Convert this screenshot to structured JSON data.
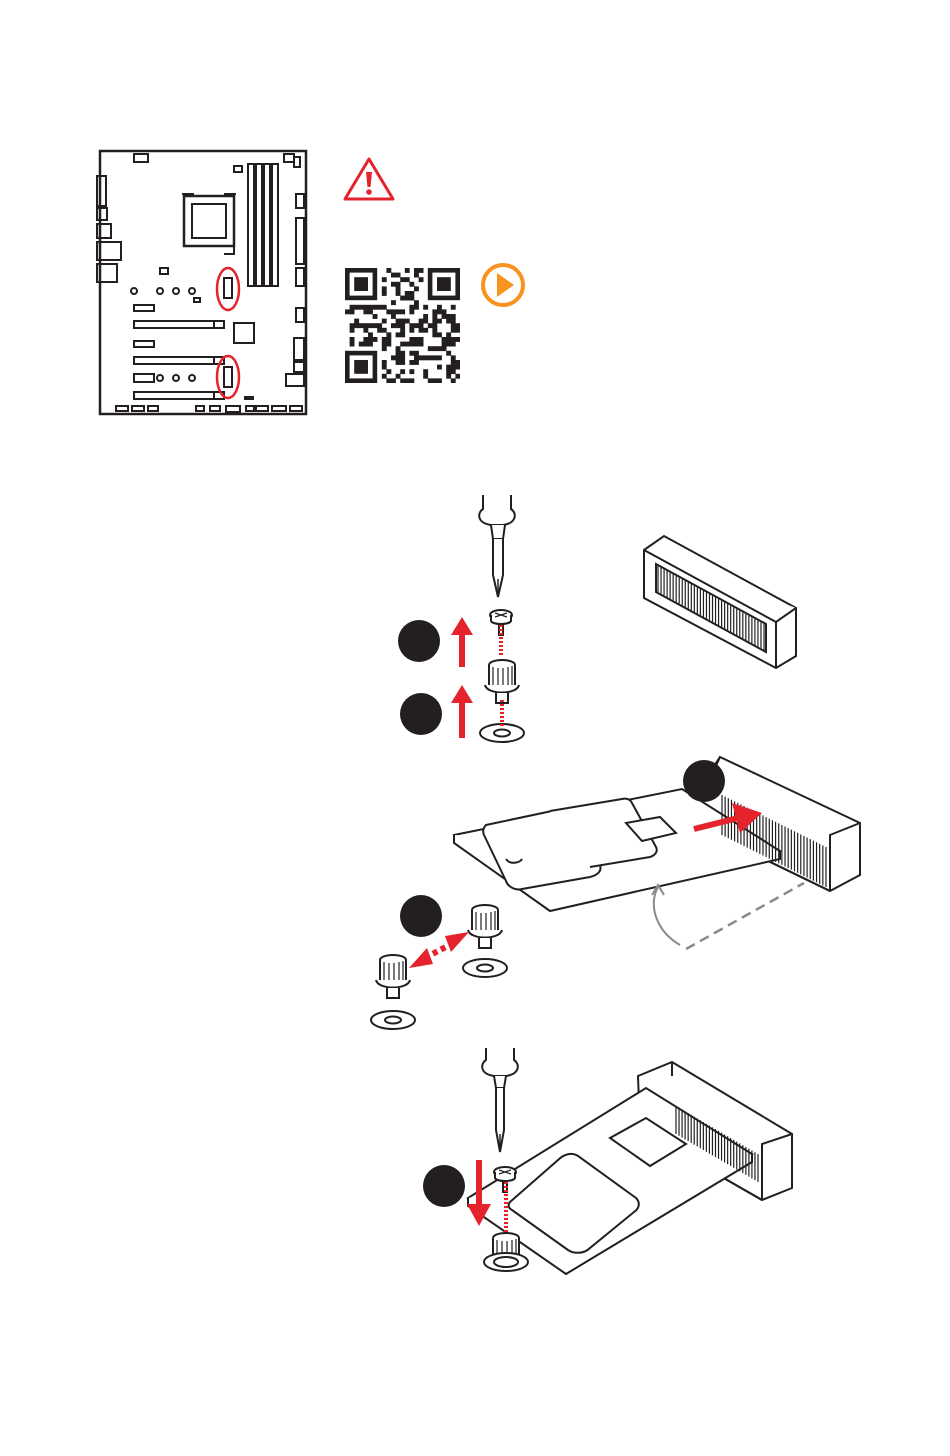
{
  "colors": {
    "ink": "#231f20",
    "accent_red": "#e5232c",
    "warning_red": "#e5232c",
    "play_orange": "#f7931e"
  },
  "icons": {
    "warning": "warning-triangle-icon",
    "play": "play-video-icon",
    "qr": "qr-code"
  },
  "steps": [
    {
      "id": "step-remove-screw"
    },
    {
      "id": "step-remove-standoff"
    },
    {
      "id": "step-insert-m2-card"
    },
    {
      "id": "step-relocate-standoff"
    },
    {
      "id": "step-fasten-screw"
    }
  ]
}
